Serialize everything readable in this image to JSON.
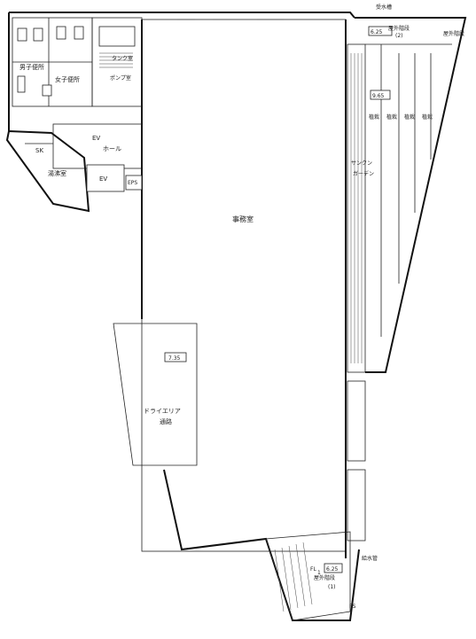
{
  "plan": {
    "rooms": {
      "main_room": "事務室",
      "mens_wc": "男子便所",
      "womens_wc": "女子便所",
      "pump_room": "ポンプ室",
      "ev_hall_1": "EV",
      "ev_hall_2": "ホール",
      "ev": "EV",
      "eps": "EPS",
      "sk": "SK",
      "kitchen": "湯沸室",
      "sunken_1": "サンクン",
      "sunken_2": "ガーデン",
      "dry_area_1": "ドライエリア",
      "dry_area_2": "通路",
      "stair_top_1": "屋外階段",
      "stair_top_2": "(2)",
      "stair_bottom_1": "屋外階段",
      "stair_bottom_2": "(1)",
      "water_tank": "受水槽",
      "tank_room": "タンク室",
      "pipe_shaft": "PS",
      "level_fragment": "1"
    },
    "levels": {
      "top": "6.25",
      "mid": "9.65",
      "dry": "7.35",
      "bottom": "6.25"
    },
    "callouts": {
      "top_right": "屋外階段",
      "side": "給水管",
      "fl_tag": "FL"
    },
    "planters": [
      "植栽",
      "植栽",
      "植栽",
      "植栽"
    ]
  }
}
